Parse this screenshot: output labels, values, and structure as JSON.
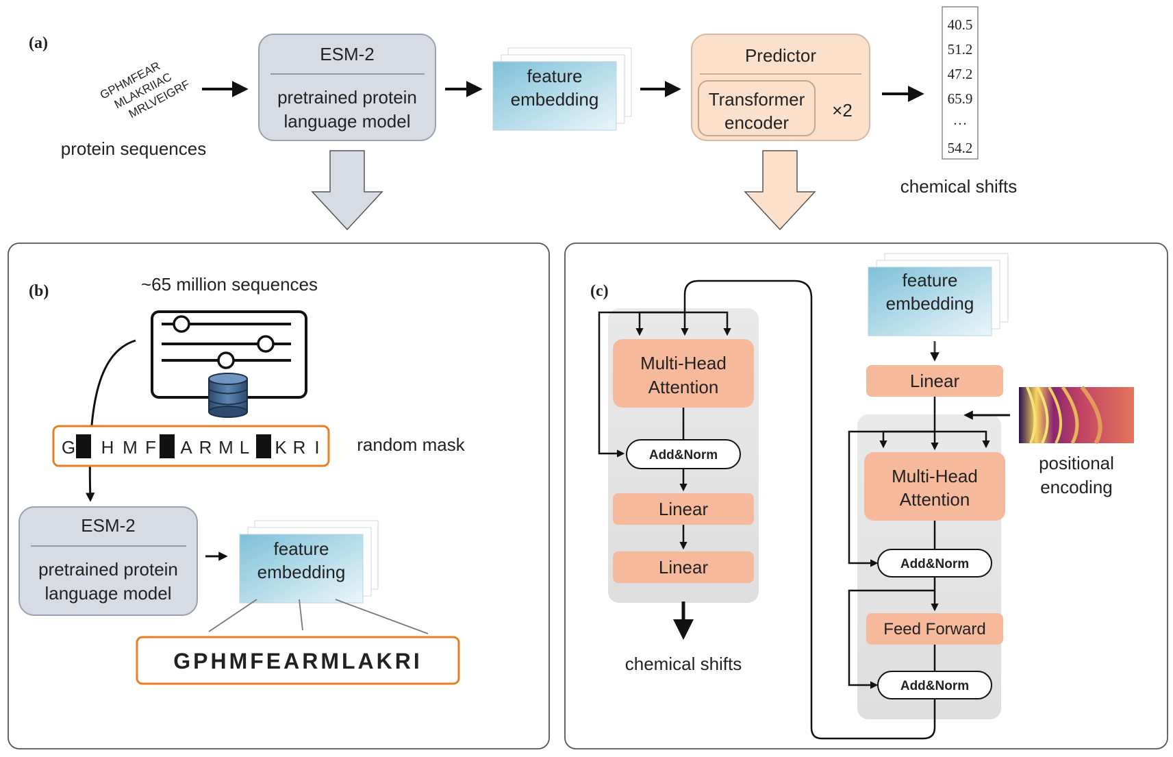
{
  "panel_a": {
    "label": "(a)",
    "sequence_lines": [
      "GPHMFEAR",
      "MLAKRIIAC",
      "MRLVEIGRF"
    ],
    "sequences_caption": "protein sequences",
    "esm_title": "ESM-2",
    "esm_line1": "pretrained protein",
    "esm_line2": "language model",
    "embed_line1": "feature",
    "embed_line2": "embedding",
    "predictor_title": "Predictor",
    "transformer_line1": "Transformer",
    "transformer_line2": "encoder",
    "repeat_label": "×2",
    "shift_values": [
      "40.5",
      "51.2",
      "47.2",
      "65.9",
      "…",
      "54.2"
    ],
    "shifts_caption": "chemical shifts"
  },
  "panel_b": {
    "label": "(b)",
    "dataset_caption": "~65 million sequences",
    "masked_tokens": [
      "G",
      "■",
      "H",
      "M",
      "F",
      "■",
      "A",
      "R",
      "M",
      "L",
      "■",
      "K",
      "R",
      "I"
    ],
    "mask_caption": "random mask",
    "esm_title": "ESM-2",
    "esm_line1": "pretrained protein",
    "esm_line2": "language model",
    "embed_line1": "feature",
    "embed_line2": "embedding",
    "full_sequence": "GPHMFEARMLAKRI"
  },
  "panel_c": {
    "label": "(c)",
    "embed_line1": "feature",
    "embed_line2": "embedding",
    "right_linear": "Linear",
    "pos_line1": "positional",
    "pos_line2": "encoding",
    "right_mha_line1": "Multi-Head",
    "right_mha_line2": "Attention",
    "right_addnorm1": "Add&Norm",
    "feed_forward": "Feed Forward",
    "right_addnorm2": "Add&Norm",
    "left_mha_line1": "Multi-Head",
    "left_mha_line2": "Attention",
    "left_addnorm": "Add&Norm",
    "left_linear1": "Linear",
    "left_linear2": "Linear",
    "output_caption": "chemical shifts"
  },
  "colors": {
    "esm_fill": "#d7dbe4",
    "predictor_fill": "#fbe0cc",
    "orange_block": "#f6b99c",
    "embed_blue": "#8ec9de",
    "mask_border": "#e67e22",
    "panel_border": "#555555"
  },
  "icons": [
    "database-icon",
    "slider-icon"
  ]
}
